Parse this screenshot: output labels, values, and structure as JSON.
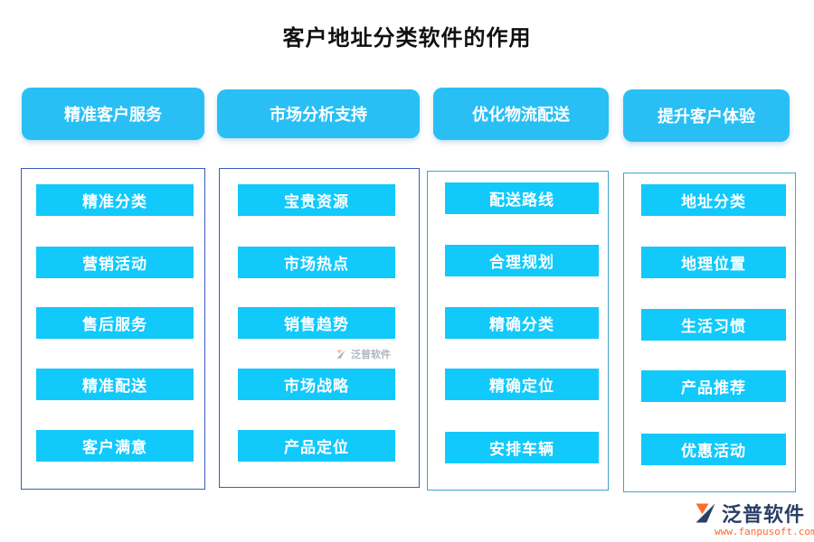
{
  "title": "客户地址分类软件的作用",
  "columns": [
    {
      "header": "精准客户服务",
      "items": [
        "精准分类",
        "营销活动",
        "售后服务",
        "精准配送",
        "客户满意"
      ]
    },
    {
      "header": "市场分析支持",
      "items": [
        "宝贵资源",
        "市场热点",
        "销售趋势",
        "市场战略",
        "产品定位"
      ]
    },
    {
      "header": "优化物流配送",
      "items": [
        "配送路线",
        "合理规划",
        "精确分类",
        "精确定位",
        "安排车辆"
      ]
    },
    {
      "header": "提升客户体验",
      "items": [
        "地址分类",
        "地理位置",
        "生活习惯",
        "产品推荐",
        "优惠活动"
      ]
    }
  ],
  "watermark": {
    "center_text": "泛普软件",
    "logo_text": "泛普软件",
    "url": "www.fanpusoft.com"
  },
  "colors": {
    "header_bg": "#29bff5",
    "item_bg": "#11c9fb",
    "box_border_blue": "#3c5bbf",
    "box_border_teal": "#3ea6c8",
    "logo_text": "#2a3f66",
    "url_text": "#ff6a2a"
  },
  "icons": {
    "logo": "fanpu-logo-icon"
  }
}
